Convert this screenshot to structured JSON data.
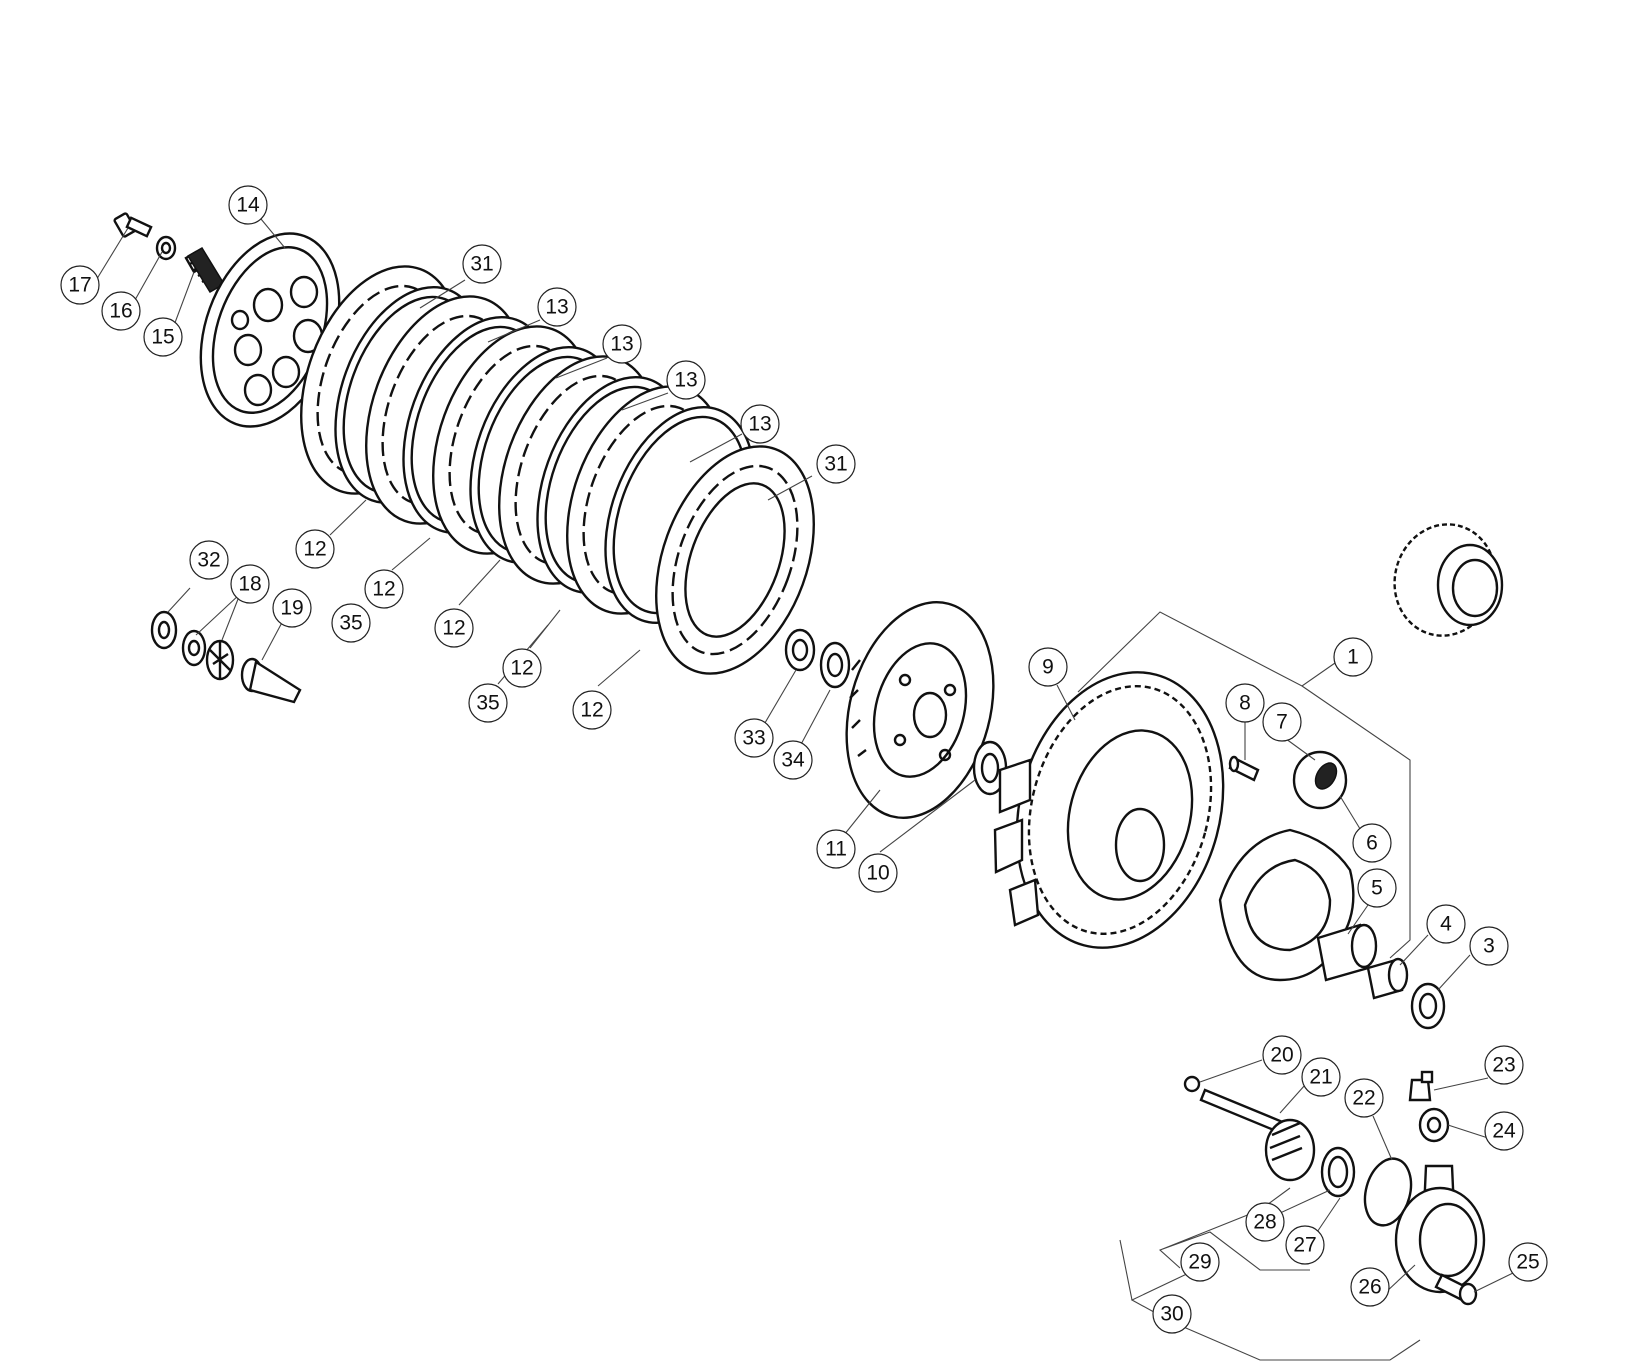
{
  "diagram": {
    "callouts": [
      {
        "id": "14",
        "label": "14"
      },
      {
        "id": "17",
        "label": "17"
      },
      {
        "id": "16",
        "label": "16"
      },
      {
        "id": "15",
        "label": "15"
      },
      {
        "id": "31a",
        "label": "31"
      },
      {
        "id": "13a",
        "label": "13"
      },
      {
        "id": "13b",
        "label": "13"
      },
      {
        "id": "13c",
        "label": "13"
      },
      {
        "id": "13d",
        "label": "13"
      },
      {
        "id": "31b",
        "label": "31"
      },
      {
        "id": "12a",
        "label": "12"
      },
      {
        "id": "12b",
        "label": "12"
      },
      {
        "id": "35a",
        "label": "35"
      },
      {
        "id": "12c",
        "label": "12"
      },
      {
        "id": "12d",
        "label": "12"
      },
      {
        "id": "35b",
        "label": "35"
      },
      {
        "id": "12e",
        "label": "12"
      },
      {
        "id": "32",
        "label": "32"
      },
      {
        "id": "18",
        "label": "18"
      },
      {
        "id": "19",
        "label": "19"
      },
      {
        "id": "33",
        "label": "33"
      },
      {
        "id": "34",
        "label": "34"
      },
      {
        "id": "11",
        "label": "11"
      },
      {
        "id": "10",
        "label": "10"
      },
      {
        "id": "9",
        "label": "9"
      },
      {
        "id": "1",
        "label": "1"
      },
      {
        "id": "8",
        "label": "8"
      },
      {
        "id": "7",
        "label": "7"
      },
      {
        "id": "6",
        "label": "6"
      },
      {
        "id": "5",
        "label": "5"
      },
      {
        "id": "4",
        "label": "4"
      },
      {
        "id": "3",
        "label": "3"
      },
      {
        "id": "20",
        "label": "20"
      },
      {
        "id": "21",
        "label": "21"
      },
      {
        "id": "22",
        "label": "22"
      },
      {
        "id": "23",
        "label": "23"
      },
      {
        "id": "24",
        "label": "24"
      },
      {
        "id": "28",
        "label": "28"
      },
      {
        "id": "27",
        "label": "27"
      },
      {
        "id": "29",
        "label": "29"
      },
      {
        "id": "26",
        "label": "26"
      },
      {
        "id": "25",
        "label": "25"
      },
      {
        "id": "30",
        "label": "30"
      }
    ]
  }
}
